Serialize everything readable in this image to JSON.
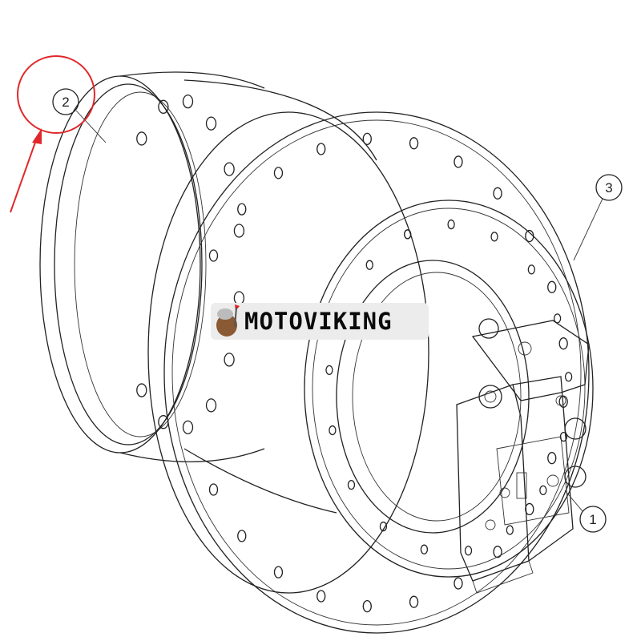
{
  "diagram": {
    "callouts": [
      {
        "label": "2",
        "highlighted": true
      },
      {
        "label": "3",
        "highlighted": false
      },
      {
        "label": "1",
        "highlighted": false
      }
    ],
    "highlight_color": "#e0282a"
  },
  "watermark": {
    "text": "MOTOVIKING"
  }
}
